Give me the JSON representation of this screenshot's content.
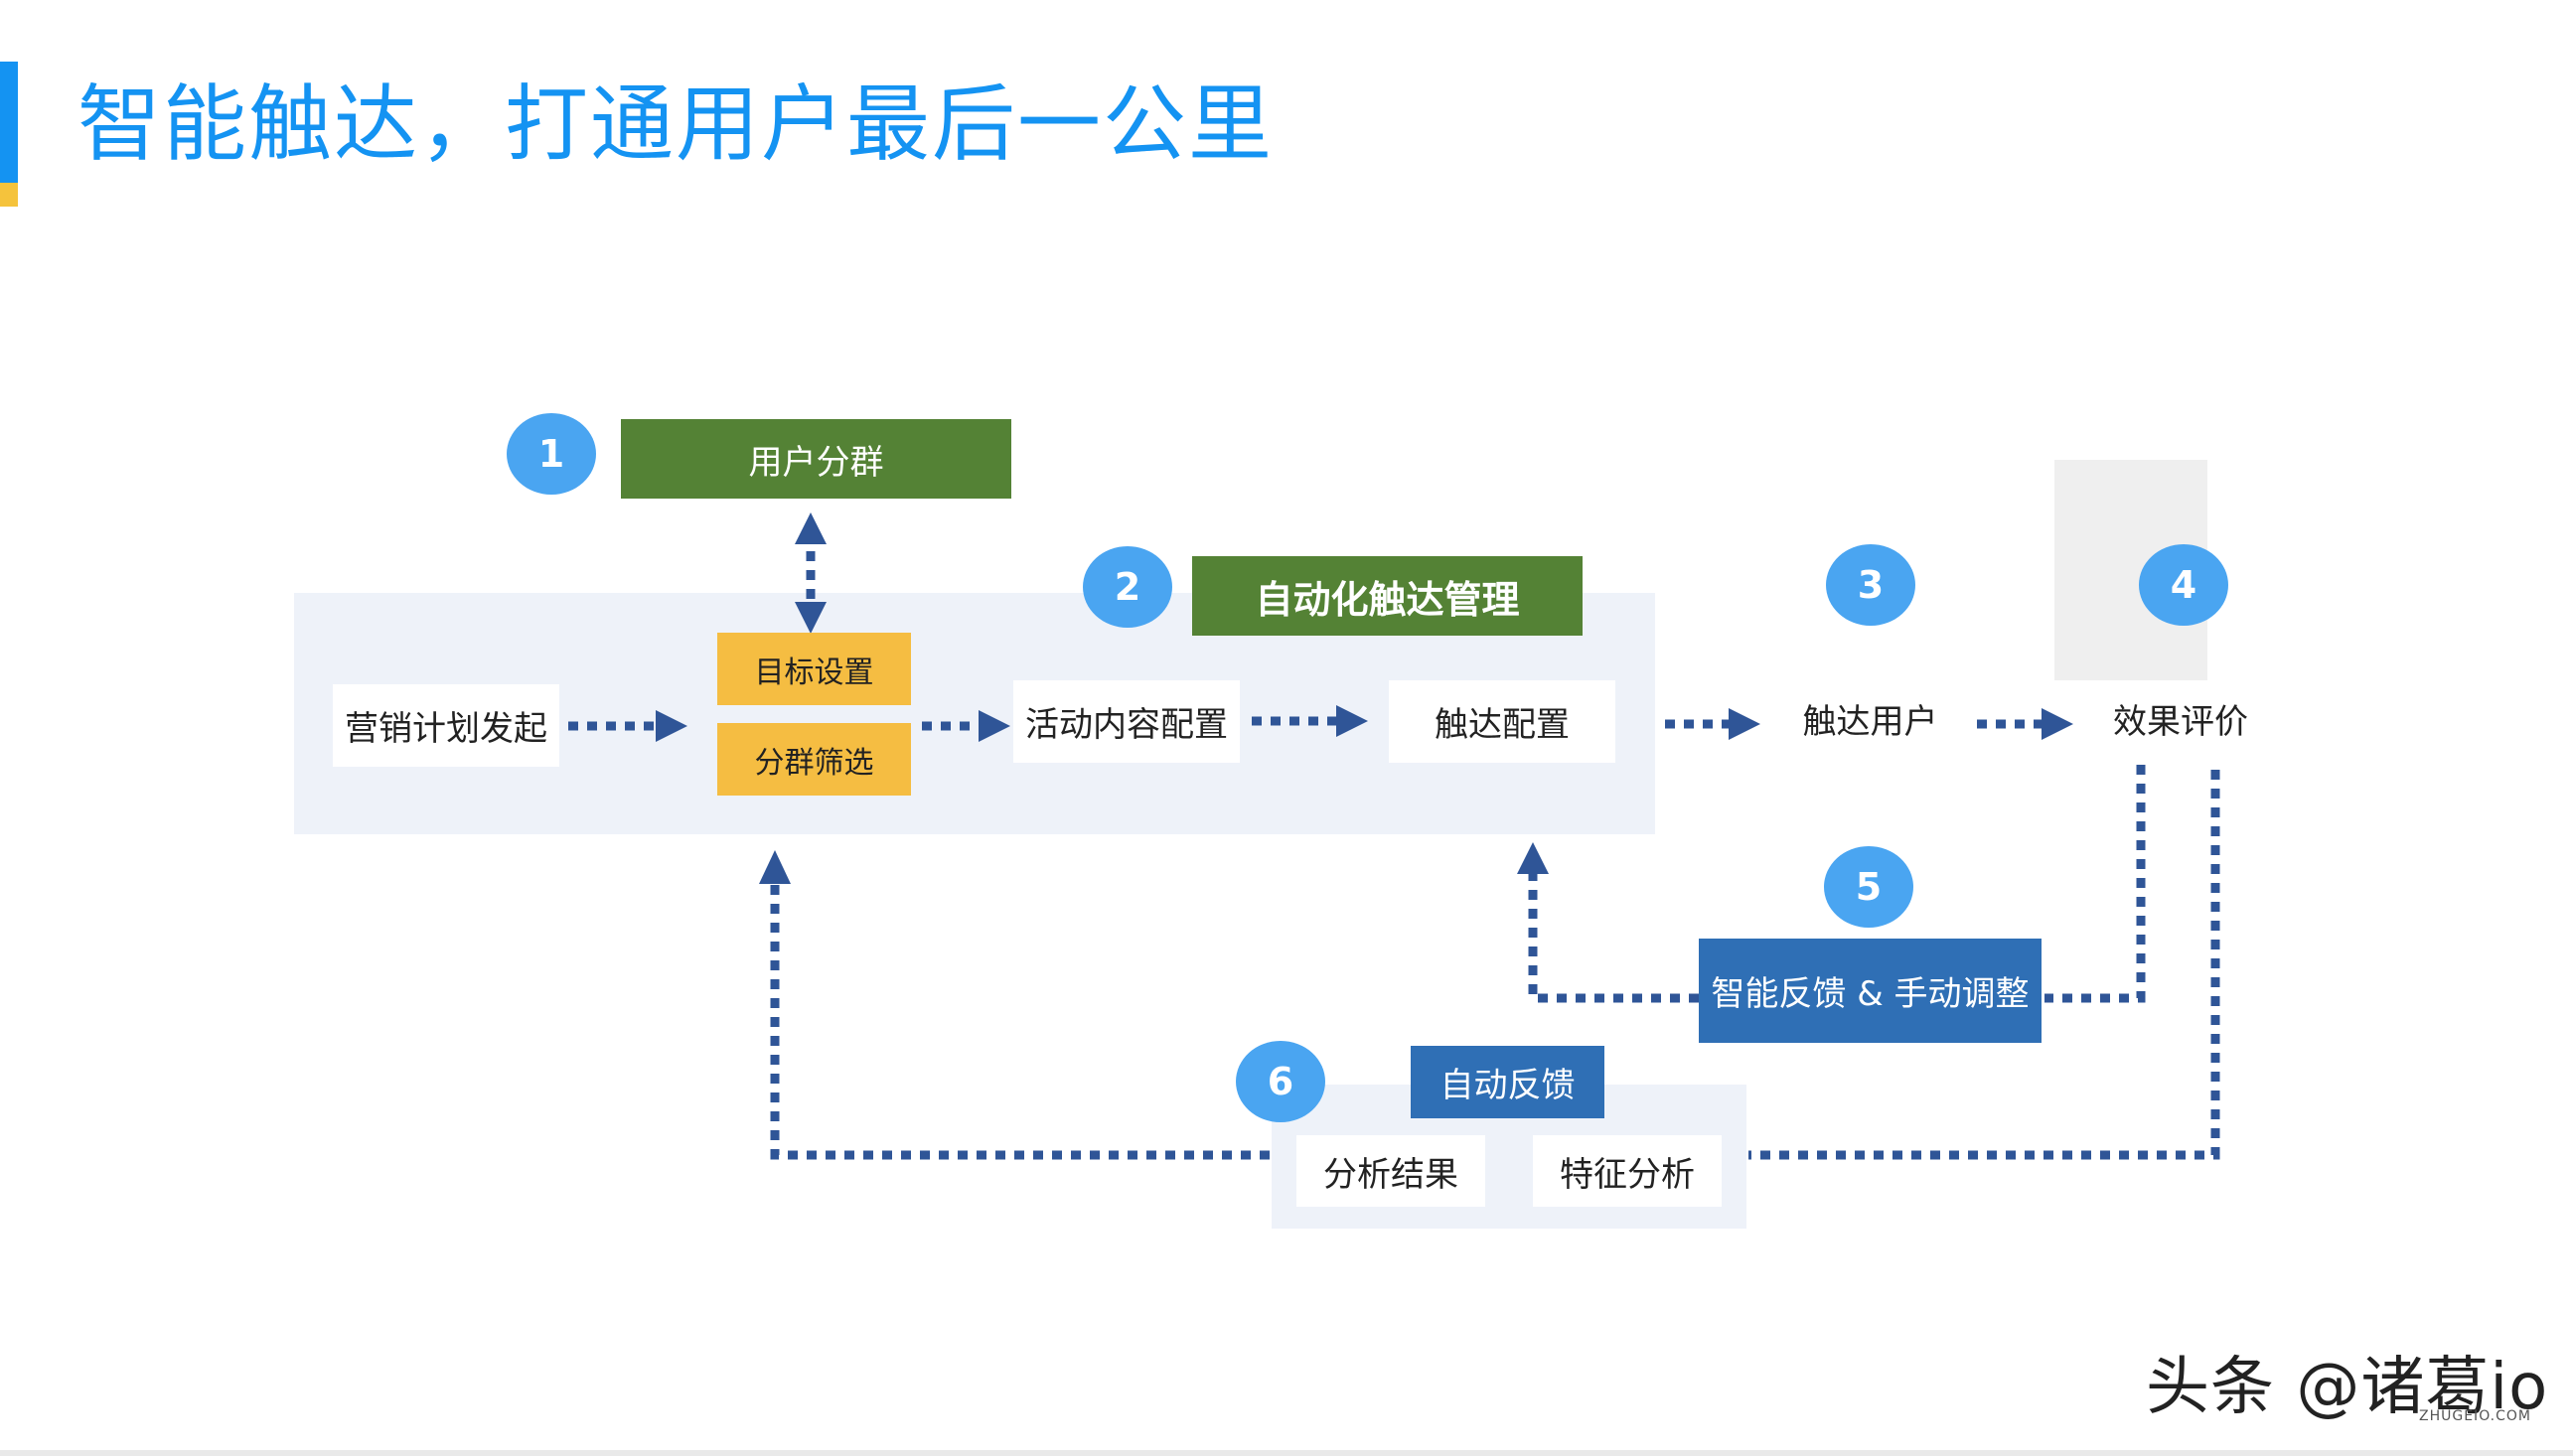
{
  "page": {
    "title": "智能触达，打通用户最后一公里"
  },
  "steps": [
    {
      "number": "1",
      "label": "用户分群"
    },
    {
      "number": "2",
      "label": "自动化触达管理"
    },
    {
      "number": "3",
      "label": "触达用户"
    },
    {
      "number": "4",
      "label": "效果评价"
    },
    {
      "number": "5",
      "label": "智能反馈 & 手动调整"
    },
    {
      "number": "6",
      "label": "自动反馈"
    }
  ],
  "nodes": {
    "marketing_plan": "营销计划发起",
    "target_setting": "目标设置",
    "segment_filter": "分群筛选",
    "activity_config": "活动内容配置",
    "reach_config": "触达配置",
    "analysis_result": "分析结果",
    "feature_analysis": "特征分析"
  },
  "colors": {
    "title_blue": "#1493f2",
    "accent_yellow": "#f5c33c",
    "panel_bg": "#eef2f9",
    "green": "#548235",
    "yellow": "#f5bd42",
    "dark_blue": "#2f6fb5",
    "badge_blue": "#4aa5f1",
    "arrow_blue": "#2f5597"
  },
  "watermark": {
    "text": "头条 @诸葛io",
    "sub": "ZHUGEIO.COM"
  }
}
